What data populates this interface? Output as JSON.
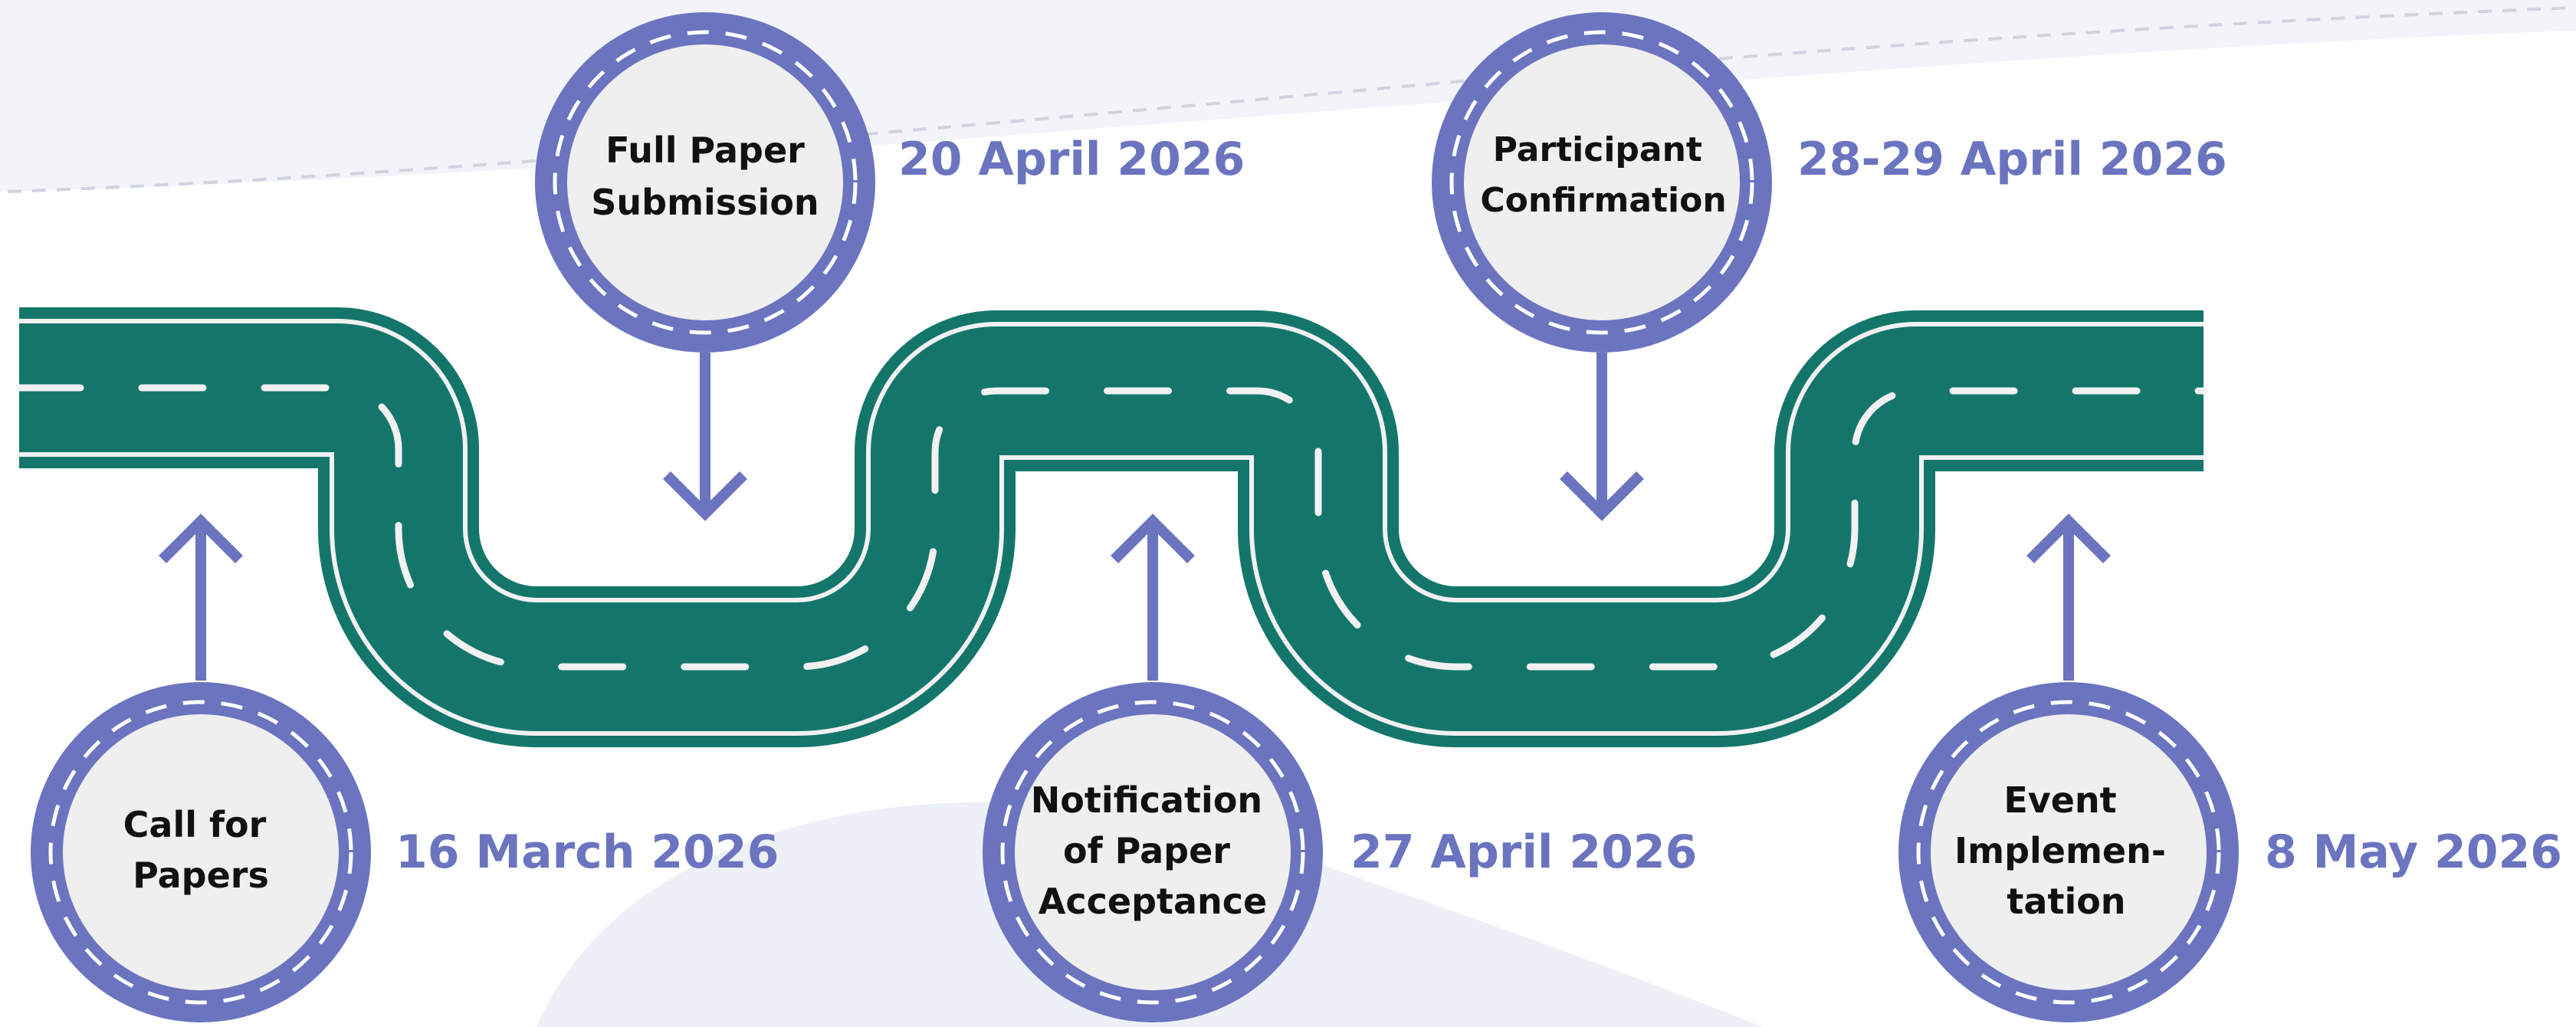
{
  "colors": {
    "road": "#14766b",
    "road_edge": "#f1f1f1",
    "accent": "#6b74bf",
    "node_fill": "#efefef",
    "label": "#111111",
    "background_shape": "#eef0f7"
  },
  "milestones": [
    {
      "id": "call-for-papers",
      "lines": [
        "Call for",
        "Papers"
      ],
      "date": "16 March 2026",
      "position": "bottom"
    },
    {
      "id": "full-paper-submission",
      "lines": [
        "Full Paper",
        "Submission"
      ],
      "date": "20 April 2026",
      "position": "top"
    },
    {
      "id": "notification",
      "lines": [
        "Notification",
        "of Paper",
        "Acceptance"
      ],
      "date": "27 April 2026",
      "position": "bottom"
    },
    {
      "id": "participant-confirmation",
      "lines": [
        "Participant",
        "Confirmation"
      ],
      "date": "28-29 April 2026",
      "position": "top"
    },
    {
      "id": "event-implementation",
      "lines": [
        "Event",
        "Implemen-",
        "tation"
      ],
      "date": "8 May 2026",
      "position": "bottom"
    }
  ]
}
